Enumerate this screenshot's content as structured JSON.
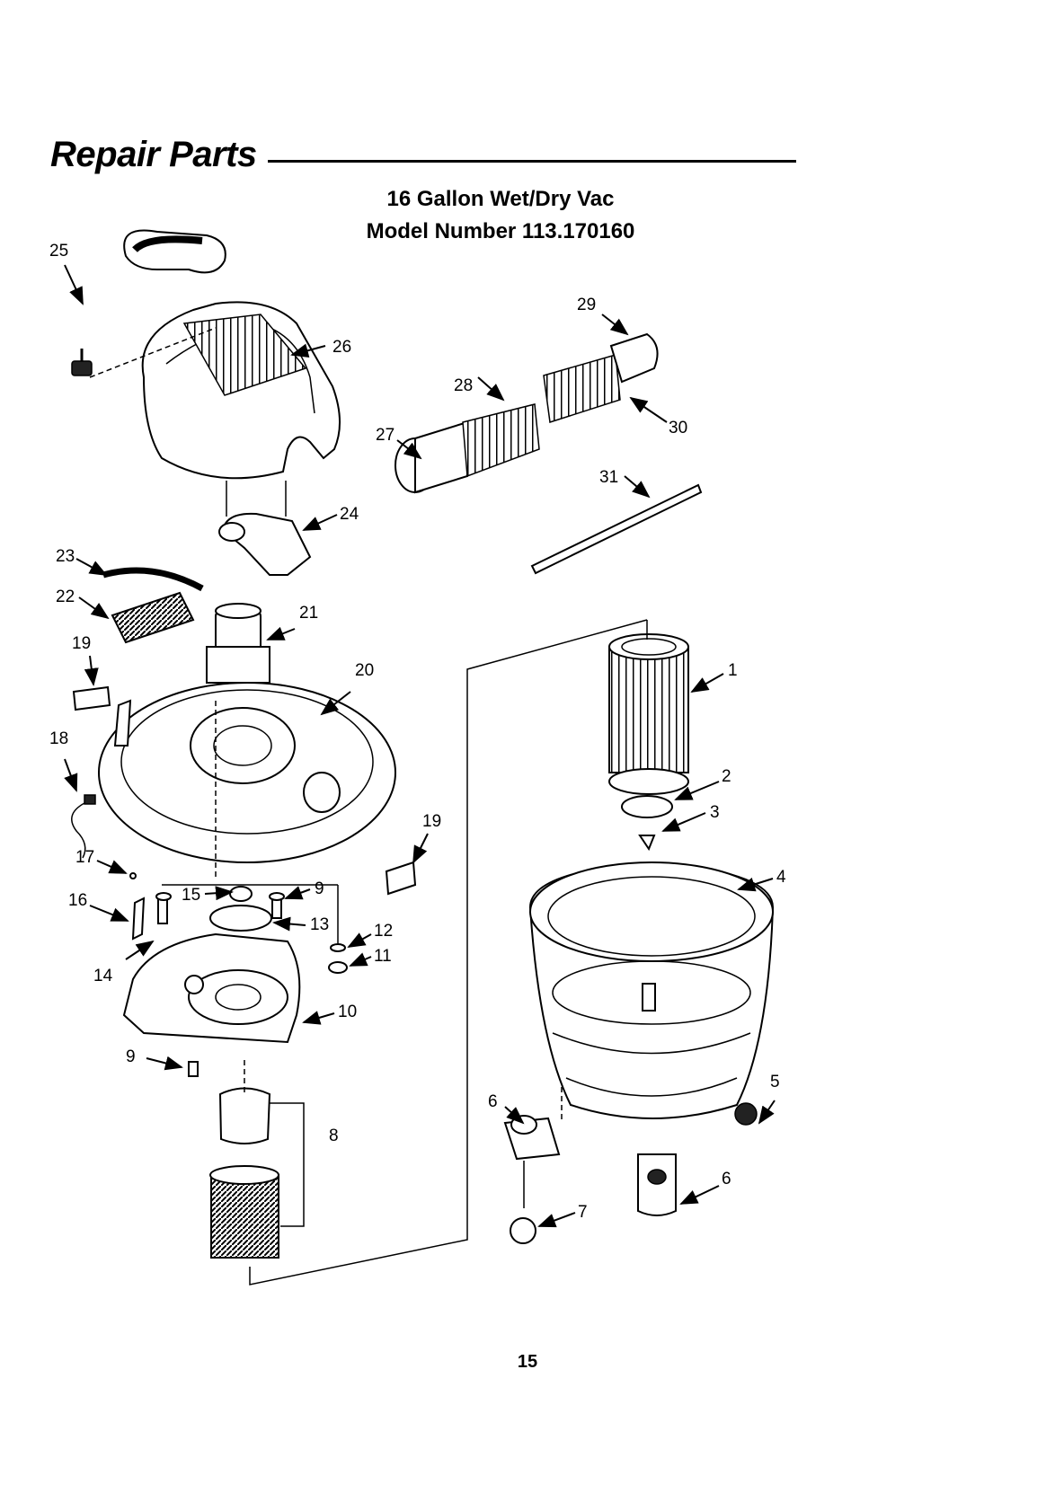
{
  "header": {
    "title": "Repair Parts",
    "product": "16 Gallon Wet/Dry Vac",
    "model": "Model Number 113.170160"
  },
  "footer": {
    "page_number": "15"
  },
  "callouts": [
    "25",
    "26",
    "29",
    "28",
    "30",
    "27",
    "31",
    "24",
    "23",
    "22",
    "21",
    "19",
    "20",
    "1",
    "18",
    "2",
    "3",
    "19",
    "17",
    "15",
    "9",
    "13",
    "16",
    "12",
    "11",
    "14",
    "10",
    "4",
    "9",
    "5",
    "6",
    "8",
    "6",
    "7"
  ]
}
